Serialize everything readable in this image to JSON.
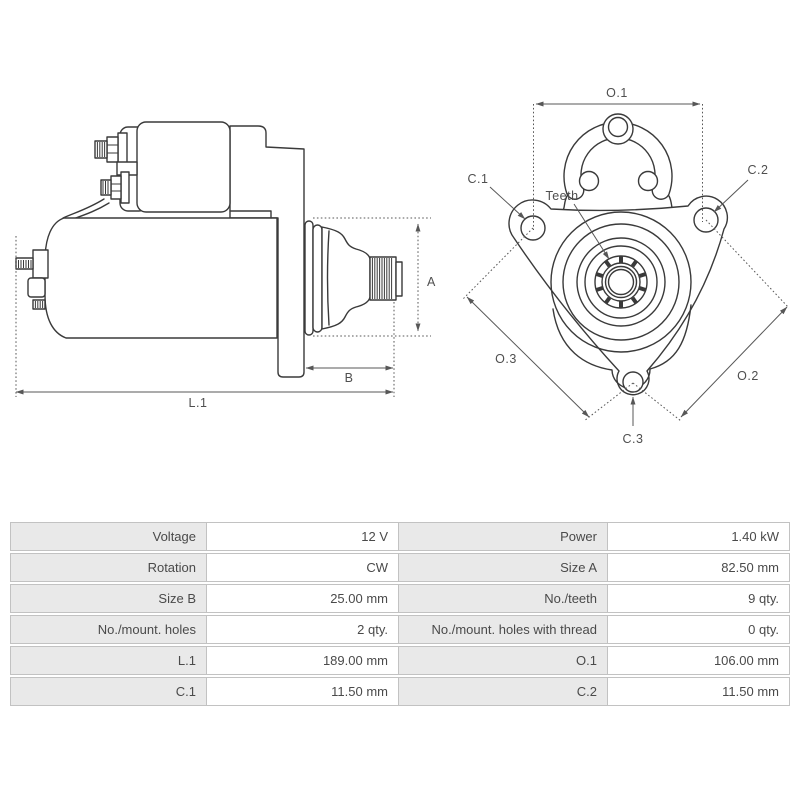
{
  "drawing": {
    "side_view": {
      "dim_a": "A",
      "dim_b": "B",
      "dim_l1": "L.1"
    },
    "front_view": {
      "dim_o1": "O.1",
      "dim_o2": "O.2",
      "dim_o3": "O.3",
      "dim_c1": "C.1",
      "dim_c2": "C.2",
      "dim_c3": "C.3",
      "teeth_label": "Teeth"
    }
  },
  "spec_table": {
    "rows": [
      {
        "label_left": "Voltage",
        "value_left": "12 V",
        "label_right": "Power",
        "value_right": "1.40 kW"
      },
      {
        "label_left": "Rotation",
        "value_left": "CW",
        "label_right": "Size A",
        "value_right": "82.50 mm"
      },
      {
        "label_left": "Size B",
        "value_left": "25.00 mm",
        "label_right": "No./teeth",
        "value_right": "9 qty."
      },
      {
        "label_left": "No./mount. holes",
        "value_left": "2 qty.",
        "label_right": "No./mount. holes with thread",
        "value_right": "0 qty."
      },
      {
        "label_left": "L.1",
        "value_left": "189.00 mm",
        "label_right": "O.1",
        "value_right": "106.00 mm"
      },
      {
        "label_left": "C.1",
        "value_left": "11.50 mm",
        "label_right": "C.2",
        "value_right": "11.50 mm"
      }
    ]
  },
  "colors": {
    "drawing_line": "#3a3a3a",
    "dimension_line": "#575757",
    "table_border": "#c2c2c2",
    "table_label_bg": "#e9e9e9",
    "table_text": "#4a4a4a",
    "page_background": "#ffffff"
  }
}
